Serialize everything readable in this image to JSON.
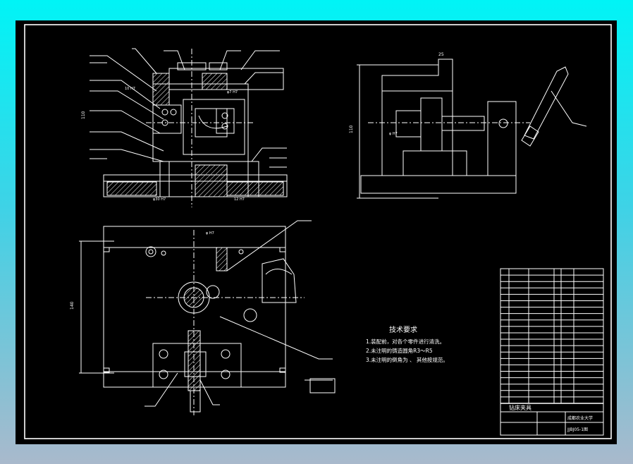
{
  "notes": {
    "title": "技术要求",
    "items": [
      "1.装配前，对各个零件进行清洗。",
      "2.未注明的铸造圆角R3～R5",
      "3.未注明的倒角为 、 其他按规范。"
    ]
  },
  "title_block": {
    "name": "钻床夹具",
    "drawing_no": "JJBJ05-1图",
    "school": "成都农业大学"
  },
  "dims": {
    "front_height": "110",
    "side_height": "110",
    "plan_height": "140",
    "top_dim": "25"
  },
  "colors": {
    "bg_top": "#00f4f6",
    "bg_bottom": "#a9b9cc",
    "sheet": "#000000",
    "ink": "#ffffff"
  }
}
